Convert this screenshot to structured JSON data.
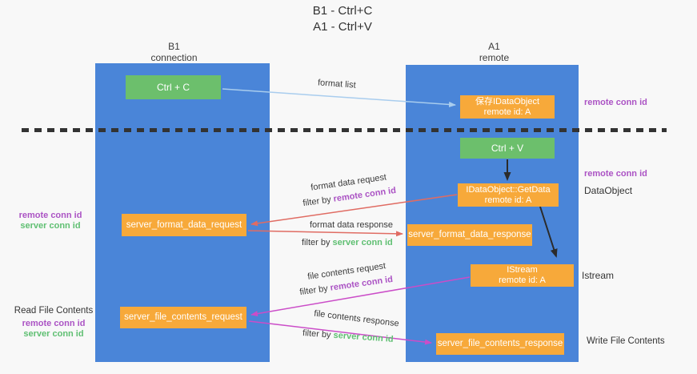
{
  "title": {
    "line1": "B1 - Ctrl+C",
    "line2": "A1 - Ctrl+V"
  },
  "columns": {
    "left": {
      "name": "B1",
      "role": "connection"
    },
    "right": {
      "name": "A1",
      "role": "remote"
    }
  },
  "boxes": {
    "ctrl_c": "Ctrl + C",
    "ctrl_v": "Ctrl + V",
    "save_obj": {
      "line1": "保存IDataObject",
      "line2": "remote id: A"
    },
    "getdata": {
      "line1": "IDataObject::GetData",
      "line2": "remote id: A"
    },
    "istream": {
      "line1": "IStream",
      "line2": "remote id: A"
    },
    "format_req": "server_format_data_request",
    "format_resp": "server_format_data_response",
    "file_req": "server_file_contents_request",
    "file_resp": "server_file_contents_response"
  },
  "labels": {
    "format_list": "format list",
    "format_data_request": "format data request",
    "format_data_response": "format data response",
    "file_contents_request": "file contents request",
    "file_contents_response": "file contents response",
    "filter_by": "filter by",
    "remote_conn_id": "remote conn id",
    "server_conn_id": "server conn id"
  },
  "side": {
    "read_file_contents": "Read File Contents",
    "write_file_contents": "Write File Contents",
    "dataobject": "DataObject",
    "istream": "Istream"
  },
  "colors": {
    "column_blue": "#4a85d8",
    "green_box": "#6cbf6c",
    "orange_box": "#f7a93a",
    "purple_text": "#ab53c4",
    "green_text": "#5fbf72",
    "red_arrow": "#e06c63",
    "magenta_arrow": "#cb4dc8",
    "light_blue_arrow": "#a9cdee",
    "dash_line": "#333333",
    "background": "#f8f8f8"
  }
}
